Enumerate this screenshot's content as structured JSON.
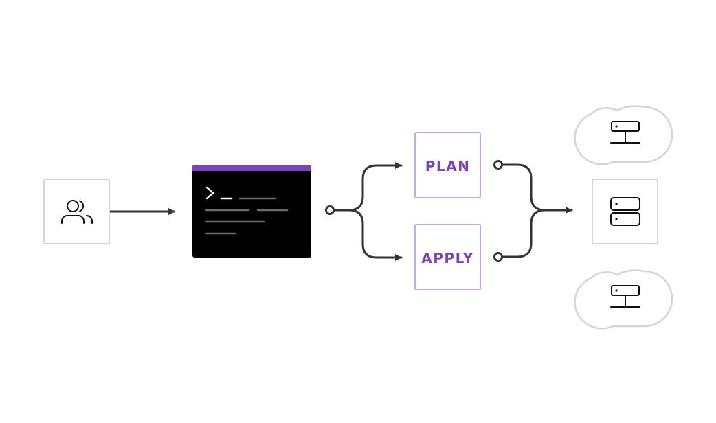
{
  "diagram": {
    "stages": {
      "plan": {
        "label": "PLAN"
      },
      "apply": {
        "label": "APPLY"
      }
    },
    "nodes": {
      "users": {
        "icon": "users-icon"
      },
      "terminal": {
        "icon": "terminal-window"
      },
      "targets": [
        {
          "icon": "cloud-server-icon",
          "kind": "cloud"
        },
        {
          "icon": "server-stack-icon",
          "kind": "on-premises"
        },
        {
          "icon": "cloud-server-icon",
          "kind": "cloud"
        }
      ]
    },
    "colors": {
      "accent": "#7b42bc",
      "accent_border": "#c4a9e3",
      "node_border": "#d4d4d4",
      "line": "#333333",
      "terminal_bg": "#000000",
      "terminal_text": "#ffffff",
      "terminal_lines": "#6b6b6b"
    }
  }
}
